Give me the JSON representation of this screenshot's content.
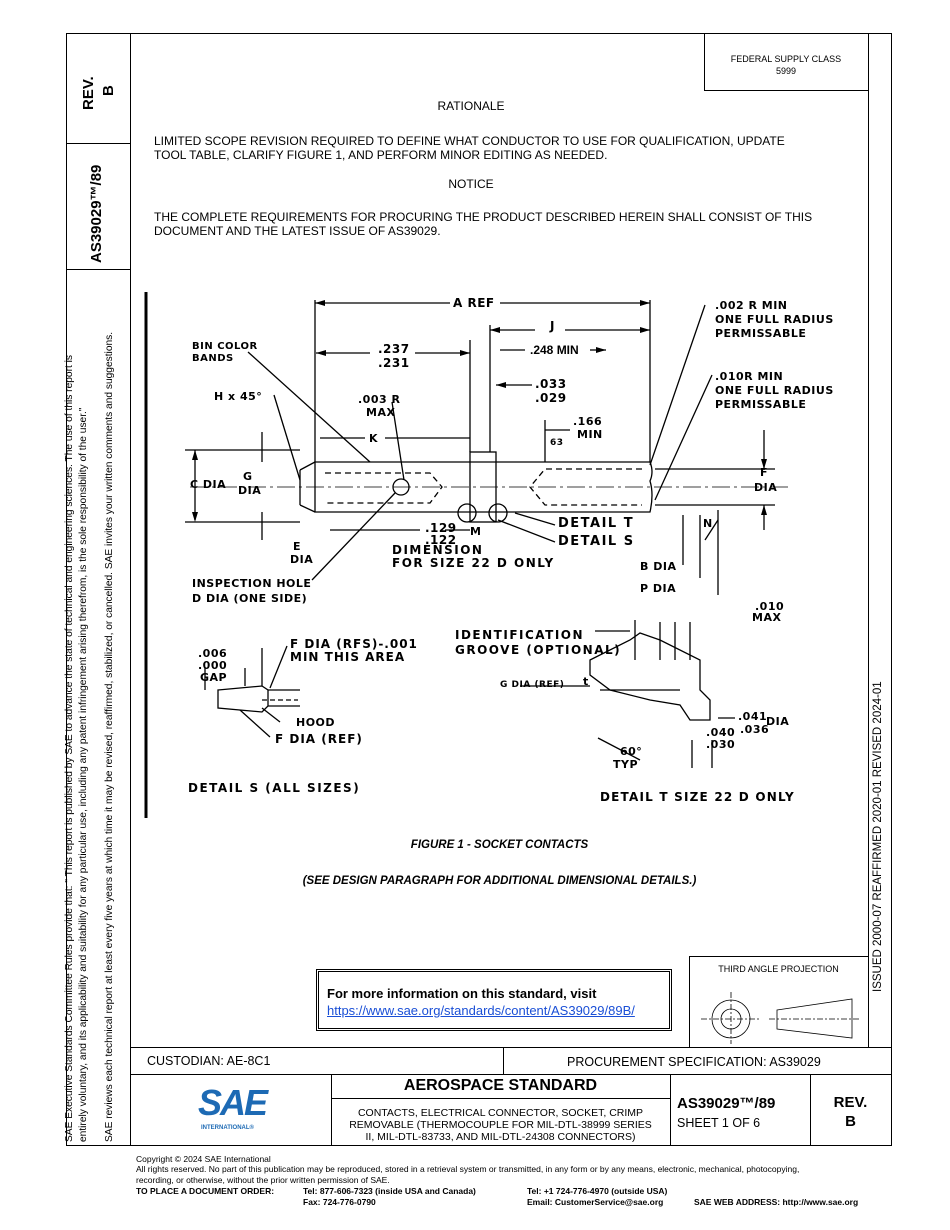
{
  "header": {
    "rev_label": "REV.",
    "rev_value": "B",
    "doc_number": "AS39029™/89",
    "federal_supply_class_label": "FEDERAL SUPPLY CLASS",
    "federal_supply_class_value": "5999"
  },
  "rationale": {
    "heading": "RATIONALE",
    "line1": "LIMITED SCOPE REVISION REQUIRED TO DEFINE WHAT CONDUCTOR TO USE FOR QUALIFICATION, UPDATE",
    "line2": "TOOL TABLE, CLARIFY FIGURE 1, AND PERFORM MINOR EDITING AS NEEDED."
  },
  "notice": {
    "heading": "NOTICE",
    "line1": "THE COMPLETE REQUIREMENTS FOR PROCURING THE PRODUCT DESCRIBED HEREIN SHALL CONSIST OF THIS",
    "line2": "DOCUMENT AND THE LATEST ISSUE OF AS39029."
  },
  "drawing": {
    "a_ref": "A REF",
    "j": "J",
    "r002_1": ".002 R MIN",
    "r002_2": "ONE FULL RADIUS",
    "r002_3": "PERMISSABLE",
    "bin_color_1": "BIN COLOR",
    "bin_color_2": "BANDS",
    "d237": ".237",
    "d231": ".231",
    "min248": ".248 MIN",
    "d033": ".033",
    "d029": ".029",
    "r010_1": ".010R MIN",
    "r010_2": "ONE FULL RADIUS",
    "r010_3": "PERMISSABLE",
    "h45": "H x 45°",
    "r003_1": ".003 R",
    "r003_2": "MAX",
    "d166_1": ".166",
    "d166_2": "MIN",
    "k": "K",
    "n63": "63",
    "g": "G",
    "dia": "DIA",
    "c_dia": "C DIA",
    "f": "F",
    "d129": ".129",
    "d122": ".122",
    "m": "M",
    "detail_t": "DETAIL T",
    "detail_s": "DETAIL S",
    "n": "N",
    "e": "E",
    "dim_1": "DIMENSION",
    "dim_2": "FOR SIZE 22 D ONLY",
    "b_dia": "B DIA",
    "p_dia": "P DIA",
    "insp_1": "INSPECTION HOLE",
    "insp_2": "D DIA (ONE SIDE)",
    "max010_1": ".010",
    "max010_2": "MAX",
    "d006": ".006",
    "d000": ".000",
    "gap": "GAP",
    "frfs_1": "F DIA (RFS)-.001",
    "frfs_2": "MIN THIS AREA",
    "ident_1": "IDENTIFICATION",
    "ident_2": "GROOVE (OPTIONAL)",
    "g_ref": "G DIA (REF)",
    "t": "t",
    "hood": "HOOD",
    "f_ref": "F DIA (REF)",
    "d041": ".041",
    "d036": ".036",
    "d040": ".040",
    "d030": ".030",
    "deg60": "60°",
    "typ": "TYP",
    "detail_s_all": "DETAIL S (ALL SIZES)",
    "detail_t_22": "DETAIL T SIZE 22 D ONLY"
  },
  "figure": {
    "caption": "FIGURE 1 - SOCKET CONTACTS",
    "note": "(SEE DESIGN PARAGRAPH FOR ADDITIONAL DIMENSIONAL DETAILS.)"
  },
  "info_box": {
    "heading": "For more information on this standard, visit",
    "link": "https://www.sae.org/standards/content/AS39029/89B/"
  },
  "projection": {
    "label": "THIRD ANGLE PROJECTION"
  },
  "right_margin": {
    "text": "ISSUED 2000-07     REAFFIRMED 2020-01     REVISED 2024-01"
  },
  "left_margin": {
    "line1": "SAE Executive Standards Committee Rules provide that: \"  This report is published by SAE to advance the state of technical and engineering sciences. The use of this report is",
    "line2": "entirely voluntary, and its applicability and suitability for any particular use, including any patent infringement arising therefrom, is the sole responsibility of the user.\"",
    "line3": "SAE reviews each technical report at least every five years at which time it may be revised, reaffirmed, stabilized, or cancelled. SAE invites your written comments and suggestions."
  },
  "title_block": {
    "custodian": "CUSTODIAN: AE-8C1",
    "procurement": "PROCUREMENT SPECIFICATION: AS39029",
    "standard_type": "AEROSPACE STANDARD",
    "title_line1": "CONTACTS, ELECTRICAL CONNECTOR, SOCKET, CRIMP",
    "title_line2": "REMOVABLE (THERMOCOUPLE FOR MIL-DTL-38999 SERIES",
    "title_line3": "II, MIL-DTL-83733, AND MIL-DTL-24308 CONNECTORS)",
    "doc_number": "AS39029™/89",
    "sheet": "SHEET 1 OF 6",
    "rev_label": "REV.",
    "rev_value": "B",
    "logo_text": "SAE",
    "logo_sub": "INTERNATIONAL®"
  },
  "footer": {
    "copyright": "Copyright © 2024 SAE International",
    "rights1": "All rights reserved. No part of this publication may be reproduced, stored in a retrieval system or transmitted, in any form or by any means, electronic, mechanical, photocopying,",
    "rights2": "recording, or otherwise, without the prior written permission of SAE.",
    "order_label": "TO PLACE A DOCUMENT ORDER:",
    "tel_usa": "Tel: 877-606-7323 (inside USA and Canada)",
    "fax": "Fax: 724-776-0790",
    "tel_outside": "Tel: +1 724-776-4970 (outside USA)",
    "email": "Email: CustomerService@sae.org",
    "web": "SAE WEB ADDRESS: http://www.sae.org"
  }
}
